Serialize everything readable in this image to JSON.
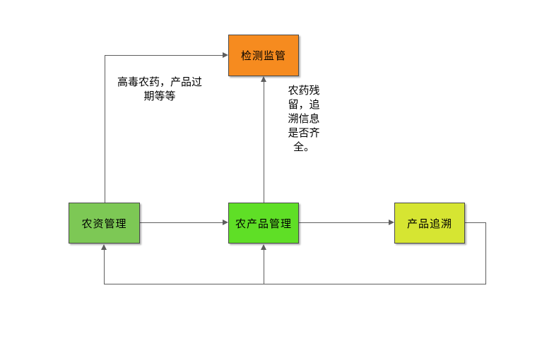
{
  "diagram": {
    "background": "#ffffff",
    "line_color": "#5e5e5e",
    "node_border_color": "#4a4a4a",
    "text_color": "#000000",
    "nodes": [
      {
        "id": "detection-supervision",
        "label": "检测监管",
        "fill": "#f68b1f"
      },
      {
        "id": "agri-materials-mgmt",
        "label": "农资管理",
        "fill": "#7dc855"
      },
      {
        "id": "agri-products-mgmt",
        "label": "农产品管理",
        "fill": "#5fdf26"
      },
      {
        "id": "product-traceability",
        "label": "产品追溯",
        "fill": "#d6e532"
      }
    ],
    "annotations": {
      "left_note": "高毒农药，产品过\n期等等",
      "middle_note": "农药残\n留，追\n溯信息\n是否齐\n全。"
    },
    "edges": [
      {
        "from": "农资管理",
        "to": "检测监管",
        "label": "高毒农药，产品过期等等"
      },
      {
        "from": "农产品管理",
        "to": "检测监管",
        "label": "农药残留，追溯信息是否齐全。"
      },
      {
        "from": "农资管理",
        "to": "农产品管理",
        "label": ""
      },
      {
        "from": "农产品管理",
        "to": "产品追溯",
        "label": ""
      },
      {
        "from": "产品追溯",
        "to": "农资管理",
        "label": ""
      },
      {
        "from": "产品追溯",
        "to": "农产品管理",
        "label": ""
      }
    ]
  }
}
